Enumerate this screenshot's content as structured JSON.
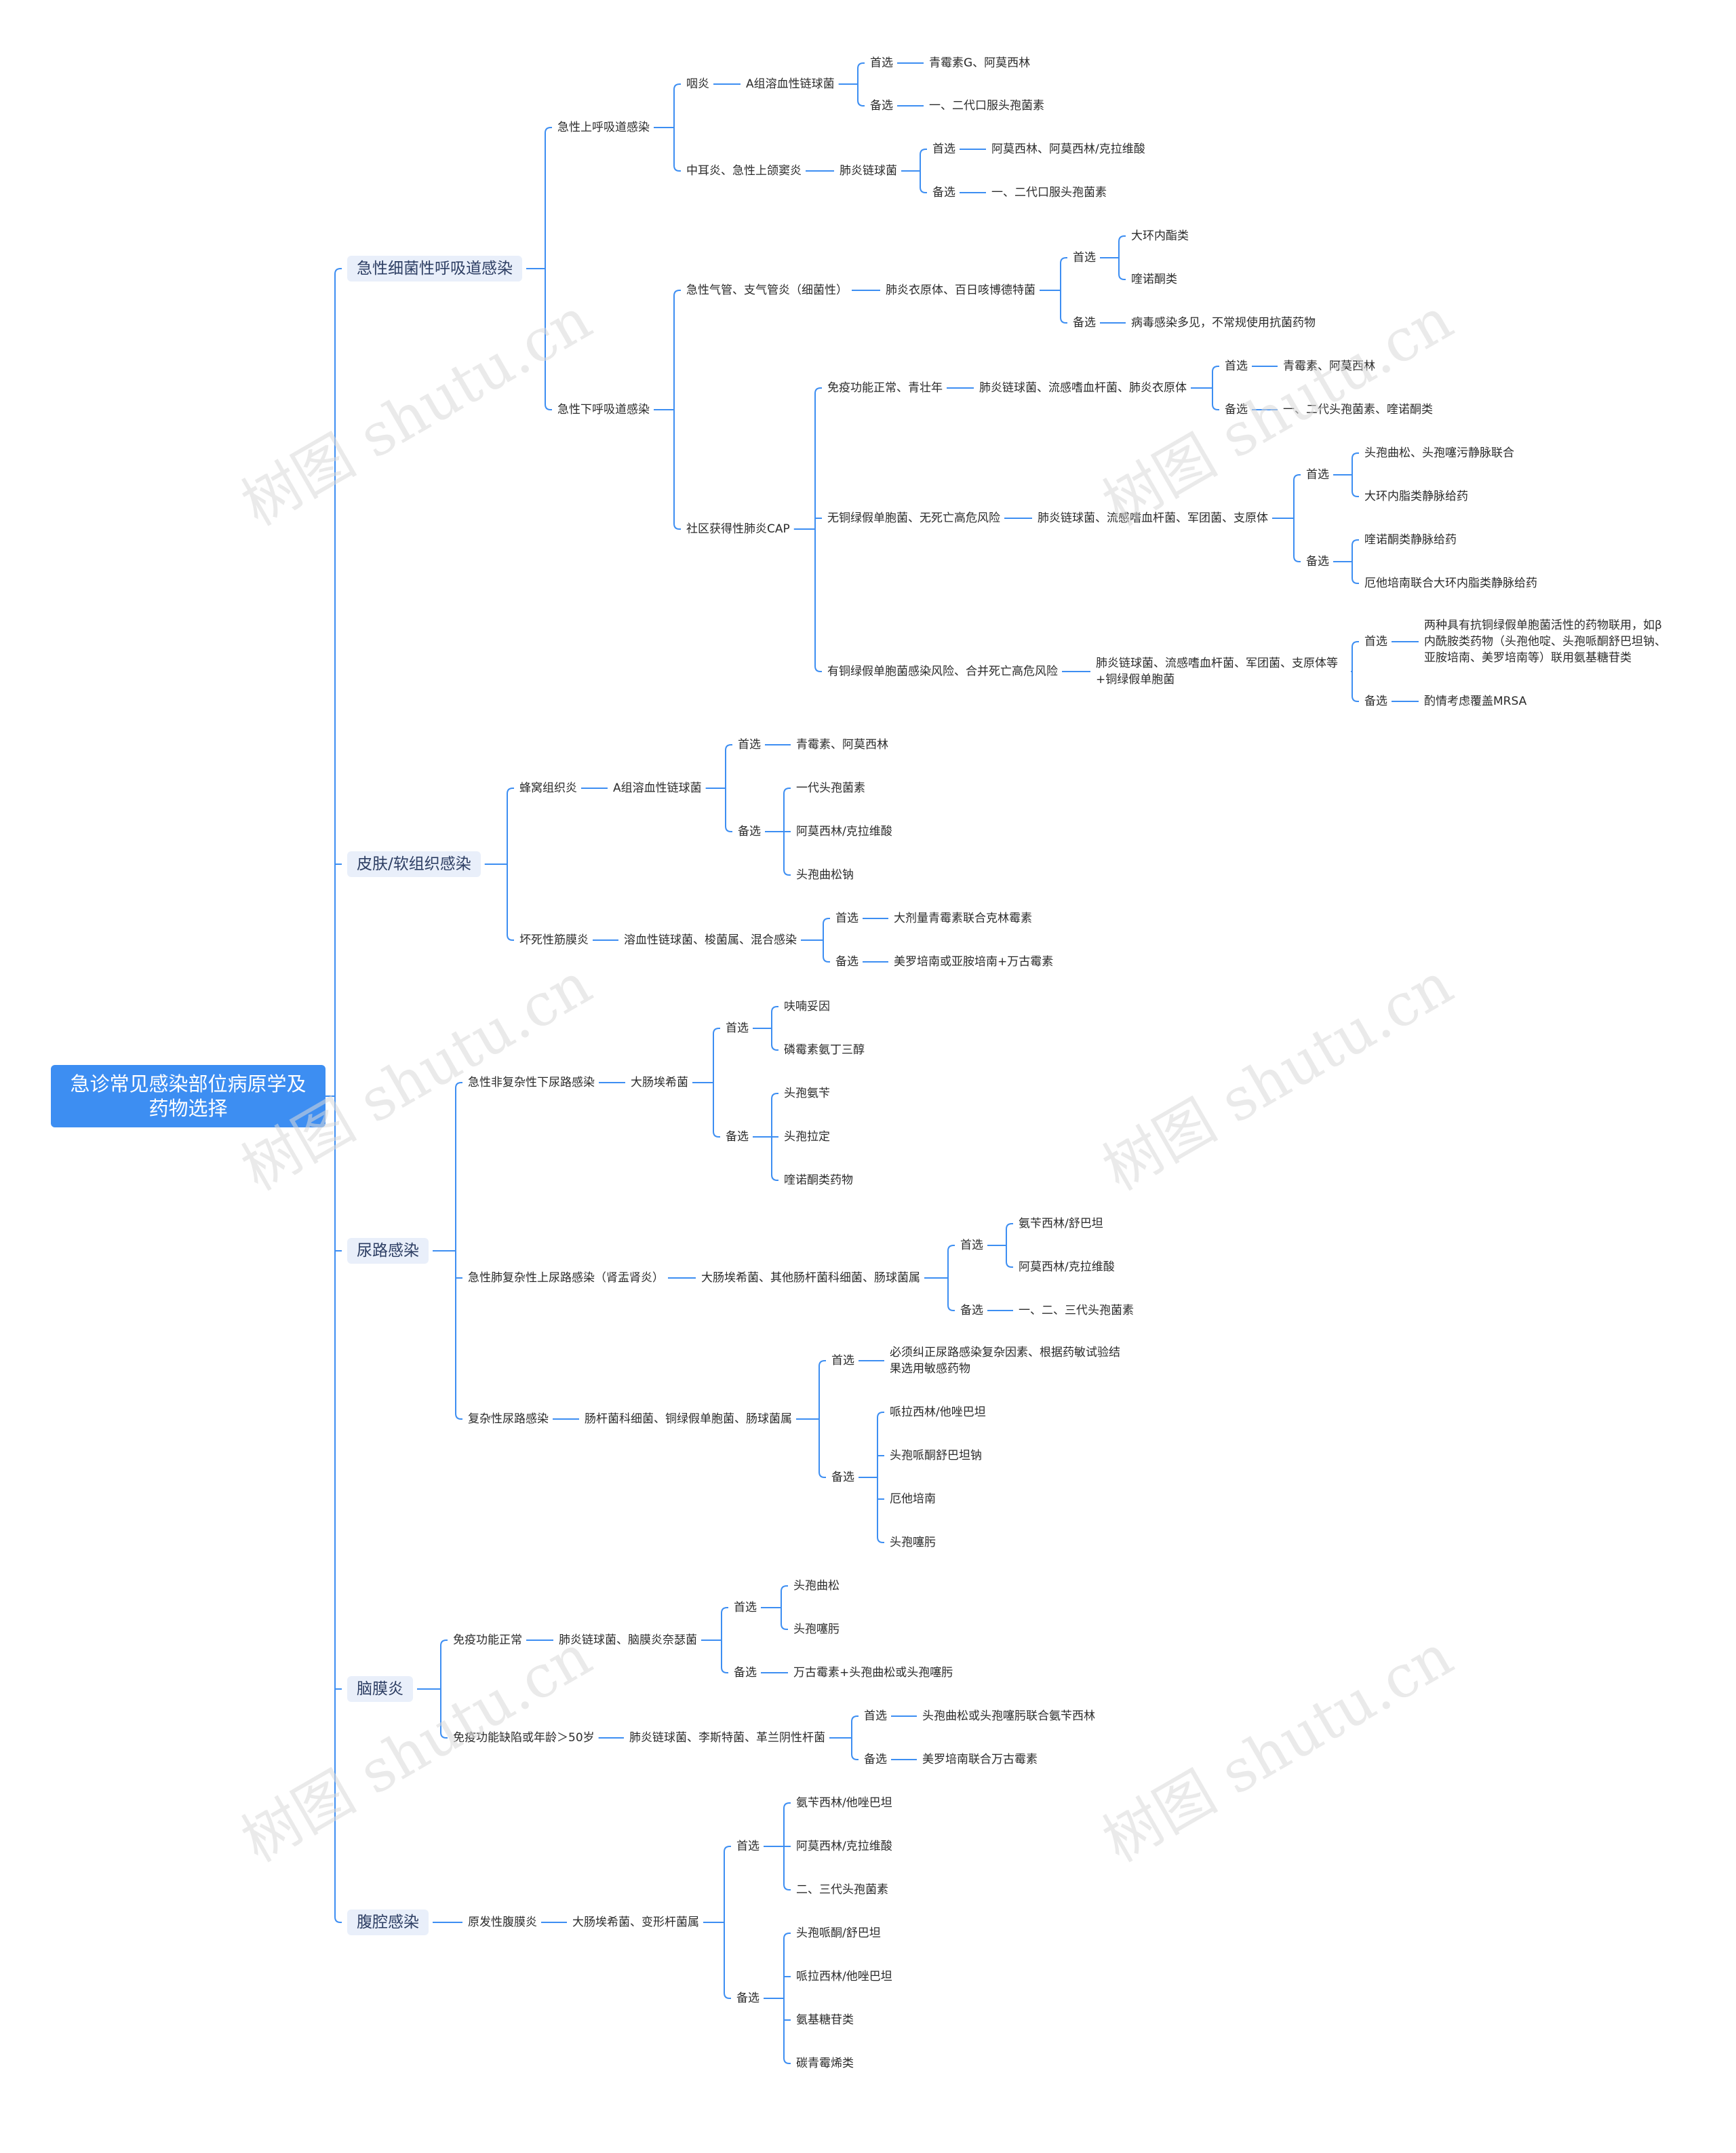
{
  "accent_color": "#3d8ef2",
  "line_color": "#3d8ef2",
  "watermark": "树图 shutu.cn",
  "tree": {
    "text": "急诊常见感染部位病原学及药物选择",
    "children": [
      {
        "text": "急性细菌性呼吸道感染",
        "children": [
          {
            "text": "急性上呼吸道感染",
            "children": [
              {
                "text": "咽炎",
                "children": [
                  {
                    "text": "A组溶血性链球菌",
                    "children": [
                      {
                        "text": "首选",
                        "children": [
                          {
                            "text": "青霉素G、阿莫西林"
                          }
                        ]
                      },
                      {
                        "text": "备选",
                        "children": [
                          {
                            "text": "一、二代口服头孢菌素"
                          }
                        ]
                      }
                    ]
                  }
                ]
              },
              {
                "text": "中耳炎、急性上颌窦炎",
                "children": [
                  {
                    "text": "肺炎链球菌",
                    "children": [
                      {
                        "text": "首选",
                        "children": [
                          {
                            "text": "阿莫西林、阿莫西林/克拉维酸"
                          }
                        ]
                      },
                      {
                        "text": "备选",
                        "children": [
                          {
                            "text": "一、二代口服头孢菌素"
                          }
                        ]
                      }
                    ]
                  }
                ]
              }
            ]
          },
          {
            "text": "急性下呼吸道感染",
            "children": [
              {
                "text": "急性气管、支气管炎（细菌性）",
                "children": [
                  {
                    "text": "肺炎衣原体、百日咳博德特菌",
                    "children": [
                      {
                        "text": "首选",
                        "children": [
                          {
                            "text": "大环内酯类"
                          },
                          {
                            "text": "喹诺酮类"
                          }
                        ]
                      },
                      {
                        "text": "备选",
                        "children": [
                          {
                            "text": "病毒感染多见，不常规使用抗菌药物"
                          }
                        ]
                      }
                    ]
                  }
                ]
              },
              {
                "text": "社区获得性肺炎CAP",
                "children": [
                  {
                    "text": "免疫功能正常、青壮年",
                    "children": [
                      {
                        "text": "肺炎链球菌、流感嗜血杆菌、肺炎衣原体",
                        "children": [
                          {
                            "text": "首选",
                            "children": [
                              {
                                "text": "青霉素、阿莫西林"
                              }
                            ]
                          },
                          {
                            "text": "备选",
                            "children": [
                              {
                                "text": "一、二代头孢菌素、喹诺酮类"
                              }
                            ]
                          }
                        ]
                      }
                    ]
                  },
                  {
                    "text": "无铜绿假单胞菌、无死亡高危风险",
                    "children": [
                      {
                        "text": "肺炎链球菌、流感嗜血杆菌、军团菌、支原体",
                        "children": [
                          {
                            "text": "首选",
                            "children": [
                              {
                                "text": "头孢曲松、头孢噻污静脉联合"
                              },
                              {
                                "text": "大环内脂类静脉给药"
                              }
                            ]
                          },
                          {
                            "text": "备选",
                            "children": [
                              {
                                "text": "喹诺酮类静脉给药"
                              },
                              {
                                "text": "厄他培南联合大环内脂类静脉给药"
                              }
                            ]
                          }
                        ]
                      }
                    ]
                  },
                  {
                    "text": "有铜绿假单胞菌感染风险、合并死亡高危风险",
                    "children": [
                      {
                        "text": "肺炎链球菌、流感嗜血杆菌、军团菌、支原体等+铜绿假单胞菌",
                        "children": [
                          {
                            "text": "首选",
                            "children": [
                              {
                                "text": "两种具有抗铜绿假单胞菌活性的药物联用，如β内酰胺类药物（头孢他啶、头孢哌酮舒巴坦钠、亚胺培南、美罗培南等）联用氨基糖苷类"
                              }
                            ]
                          },
                          {
                            "text": "备选",
                            "children": [
                              {
                                "text": "酌情考虑覆盖MRSA"
                              }
                            ]
                          }
                        ]
                      }
                    ]
                  }
                ]
              }
            ]
          }
        ]
      },
      {
        "text": "皮肤/软组织感染",
        "children": [
          {
            "text": "蜂窝组织炎",
            "children": [
              {
                "text": "A组溶血性链球菌",
                "children": [
                  {
                    "text": "首选",
                    "children": [
                      {
                        "text": "青霉素、阿莫西林"
                      }
                    ]
                  },
                  {
                    "text": "备选",
                    "children": [
                      {
                        "text": "一代头孢菌素"
                      },
                      {
                        "text": "阿莫西林/克拉维酸"
                      },
                      {
                        "text": "头孢曲松钠"
                      }
                    ]
                  }
                ]
              }
            ]
          },
          {
            "text": "坏死性筋膜炎",
            "children": [
              {
                "text": "溶血性链球菌、梭菌属、混合感染",
                "children": [
                  {
                    "text": "首选",
                    "children": [
                      {
                        "text": "大剂量青霉素联合克林霉素"
                      }
                    ]
                  },
                  {
                    "text": "备选",
                    "children": [
                      {
                        "text": "美罗培南或亚胺培南+万古霉素"
                      }
                    ]
                  }
                ]
              }
            ]
          }
        ]
      },
      {
        "text": "尿路感染",
        "children": [
          {
            "text": "急性非复杂性下尿路感染",
            "children": [
              {
                "text": "大肠埃希菌",
                "children": [
                  {
                    "text": "首选",
                    "children": [
                      {
                        "text": "呋喃妥因"
                      },
                      {
                        "text": "磷霉素氨丁三醇"
                      }
                    ]
                  },
                  {
                    "text": "备选",
                    "children": [
                      {
                        "text": "头孢氨苄"
                      },
                      {
                        "text": "头孢拉定"
                      },
                      {
                        "text": "喹诺酮类药物"
                      }
                    ]
                  }
                ]
              }
            ]
          },
          {
            "text": "急性肺复杂性上尿路感染（肾盂肾炎）",
            "children": [
              {
                "text": "大肠埃希菌、其他肠杆菌科细菌、肠球菌属",
                "children": [
                  {
                    "text": "首选",
                    "children": [
                      {
                        "text": "氨苄西林/舒巴坦"
                      },
                      {
                        "text": "阿莫西林/克拉维酸"
                      }
                    ]
                  },
                  {
                    "text": "备选",
                    "children": [
                      {
                        "text": "一、二、三代头孢菌素"
                      }
                    ]
                  }
                ]
              }
            ]
          },
          {
            "text": "复杂性尿路感染",
            "children": [
              {
                "text": "肠杆菌科细菌、铜绿假单胞菌、肠球菌属",
                "children": [
                  {
                    "text": "首选",
                    "children": [
                      {
                        "text": "必须纠正尿路感染复杂因素、根据药敏试验结果选用敏感药物"
                      }
                    ]
                  },
                  {
                    "text": "备选",
                    "children": [
                      {
                        "text": "哌拉西林/他唑巴坦"
                      },
                      {
                        "text": "头孢哌酮舒巴坦钠"
                      },
                      {
                        "text": "厄他培南"
                      },
                      {
                        "text": "头孢噻肟"
                      }
                    ]
                  }
                ]
              }
            ]
          }
        ]
      },
      {
        "text": "脑膜炎",
        "children": [
          {
            "text": "免疫功能正常",
            "children": [
              {
                "text": "肺炎链球菌、脑膜炎奈瑟菌",
                "children": [
                  {
                    "text": "首选",
                    "children": [
                      {
                        "text": "头孢曲松"
                      },
                      {
                        "text": "头孢噻肟"
                      }
                    ]
                  },
                  {
                    "text": "备选",
                    "children": [
                      {
                        "text": "万古霉素+头孢曲松或头孢噻肟"
                      }
                    ]
                  }
                ]
              }
            ]
          },
          {
            "text": "免疫功能缺陷或年龄＞50岁",
            "children": [
              {
                "text": "肺炎链球菌、李斯特菌、革兰阴性杆菌",
                "children": [
                  {
                    "text": "首选",
                    "children": [
                      {
                        "text": "头孢曲松或头孢噻肟联合氨苄西林"
                      }
                    ]
                  },
                  {
                    "text": "备选",
                    "children": [
                      {
                        "text": "美罗培南联合万古霉素"
                      }
                    ]
                  }
                ]
              }
            ]
          }
        ]
      },
      {
        "text": "腹腔感染",
        "children": [
          {
            "text": "原发性腹膜炎",
            "children": [
              {
                "text": "大肠埃希菌、变形杆菌属",
                "children": [
                  {
                    "text": "首选",
                    "children": [
                      {
                        "text": "氨苄西林/他唑巴坦"
                      },
                      {
                        "text": "阿莫西林/克拉维酸"
                      },
                      {
                        "text": "二、三代头孢菌素"
                      }
                    ]
                  },
                  {
                    "text": "备选",
                    "children": [
                      {
                        "text": "头孢哌酮/舒巴坦"
                      },
                      {
                        "text": "哌拉西林/他唑巴坦"
                      },
                      {
                        "text": "氨基糖苷类"
                      },
                      {
                        "text": "碳青霉烯类"
                      }
                    ]
                  }
                ]
              }
            ]
          }
        ]
      }
    ]
  }
}
